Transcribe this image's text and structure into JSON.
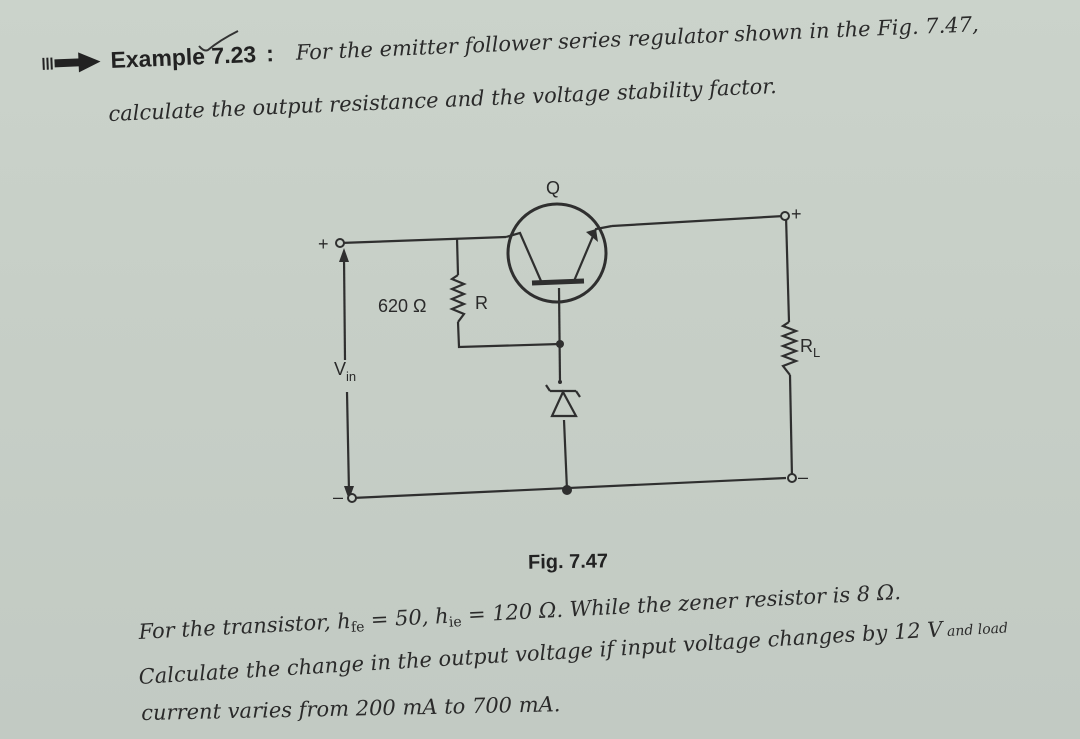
{
  "example": {
    "label": "Example 7.23",
    "colon": ":",
    "question_line1": "For the emitter follower series regulator shown in the Fig. 7.47,",
    "question_line2": "calculate the output resistance and the voltage stability factor."
  },
  "figure": {
    "transistor_label": "Q",
    "resistor_value": "620 Ω",
    "resistor_label": "R",
    "load_label": "R",
    "load_subscript": "L",
    "input_label": "V",
    "input_subscript": "in",
    "input_plus": "+",
    "input_minus": "–",
    "output_plus": "+",
    "output_minus": "–",
    "caption": "Fig. 7.47"
  },
  "problem": {
    "line1_a": "For the transistor, h",
    "hfe_sub": "fe",
    "line1_b": " = 50, h",
    "hie_sub": "ie",
    "line1_c": " = 120 Ω. While the zener resistor is 8 Ω.",
    "line2_main": "Calculate the change in the output voltage if input voltage changes by 12 V",
    "line2_hand": " and load",
    "line3": "current varies from 200 mA to 700 mA."
  },
  "colors": {
    "ink": "#2a2a2a",
    "paper": "#c7cfc7"
  }
}
